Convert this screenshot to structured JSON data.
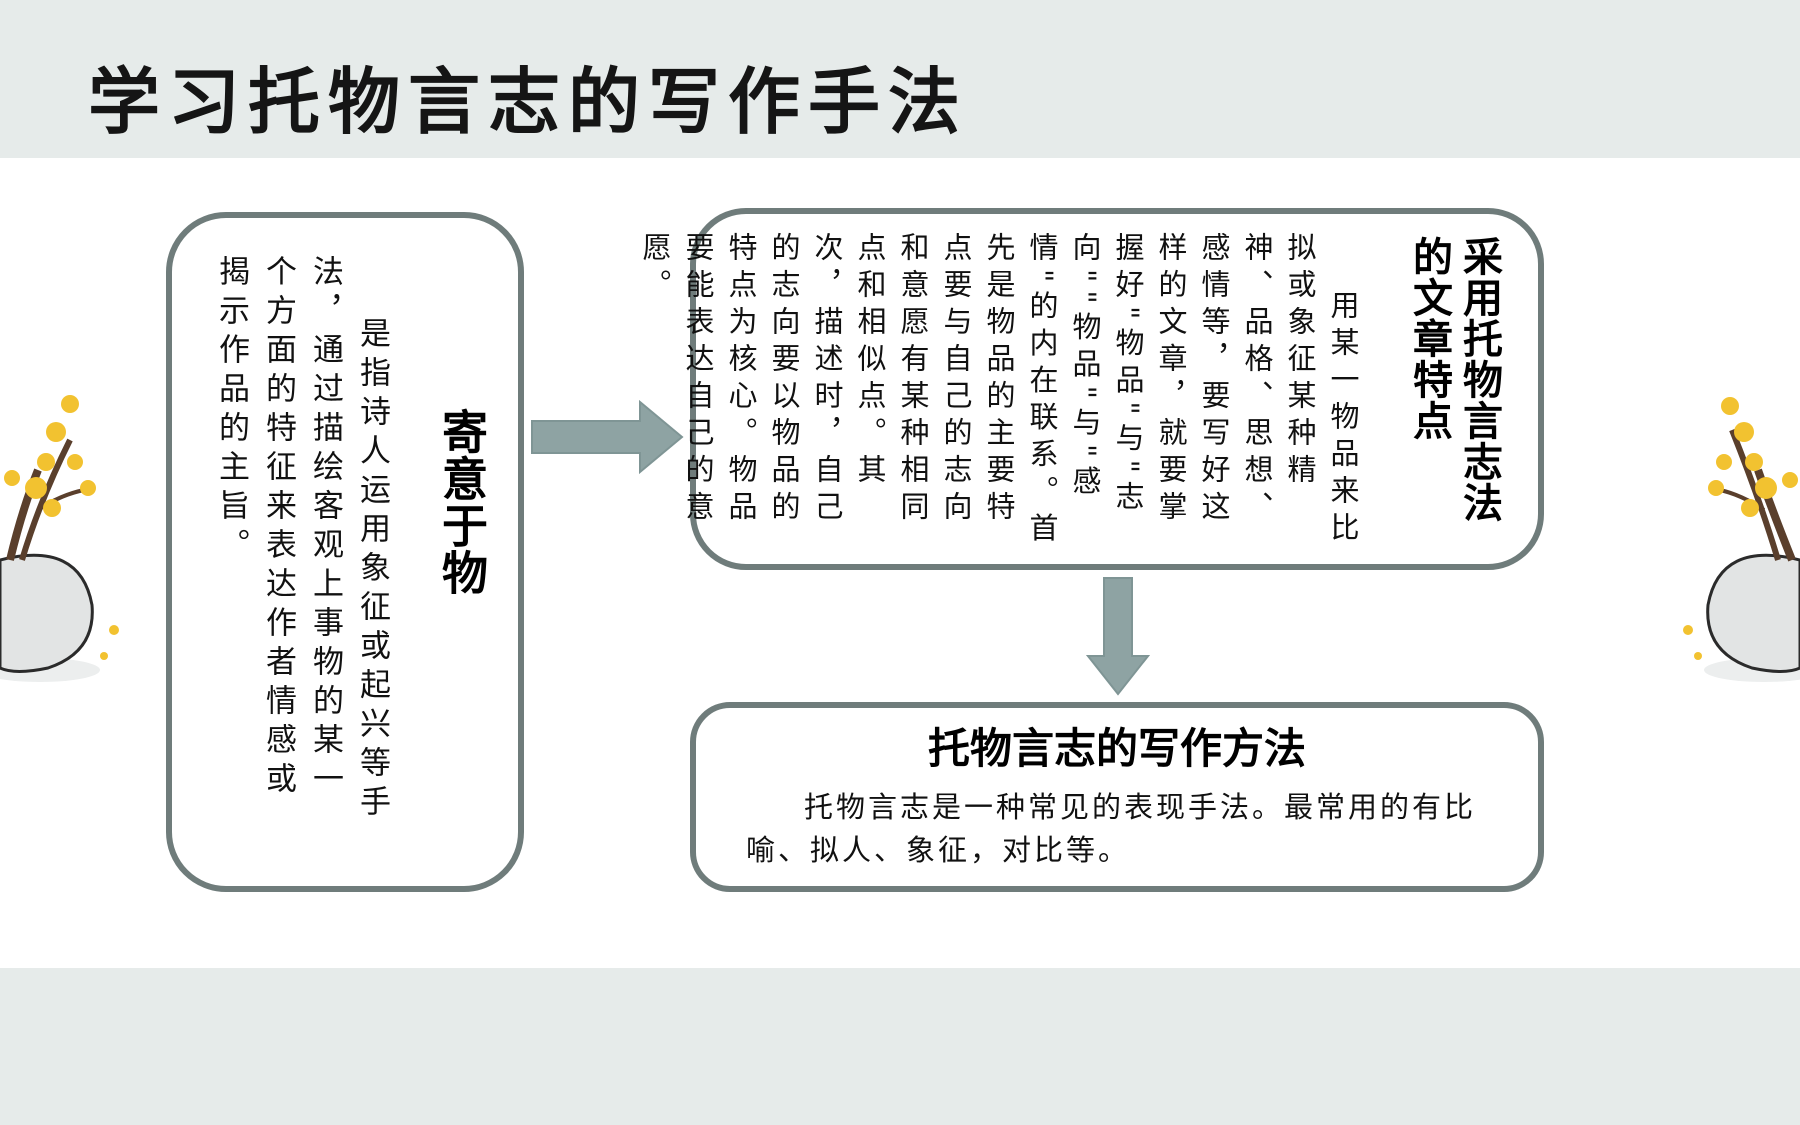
{
  "slide": {
    "title": "学习托物言志的写作手法"
  },
  "left_box": {
    "heading": "寄意于物",
    "body": "是指诗人运用象征或起兴等手法，通过描绘客观上事物的某一个方面的特征来表达作者情感或揭示作品的主旨。"
  },
  "top_right_box": {
    "heading": "采用托物言志法的文章特点",
    "body": "用某一物品来比拟或象征某种精神、品格、思想、感情等，要写好这样的文章，就要掌握好\"物品\"与\"志向\"\"物品\"与\"感情\"的内在联系。首先是物品的主要特点要与自己的志向和意愿有某种相同点和相似点。其次，描述时，自己的志向要以物品的特点为核心。物品要能表达自己的意愿。"
  },
  "bottom_right_box": {
    "heading": "托物言志的写作方法",
    "body": "托物言志是一种常见的表现手法。最常用的有比喻、拟人、象征，对比等。"
  },
  "colors": {
    "band": "#e6ebea",
    "border": "#6f7c7b",
    "arrow": "#8ea3a3",
    "flower": "#f2c230",
    "branch": "#5a3f2c"
  },
  "icons": {
    "arrow_right": "arrow-right-icon",
    "arrow_down": "arrow-down-icon",
    "decoration": "plum-blossom-vase"
  }
}
